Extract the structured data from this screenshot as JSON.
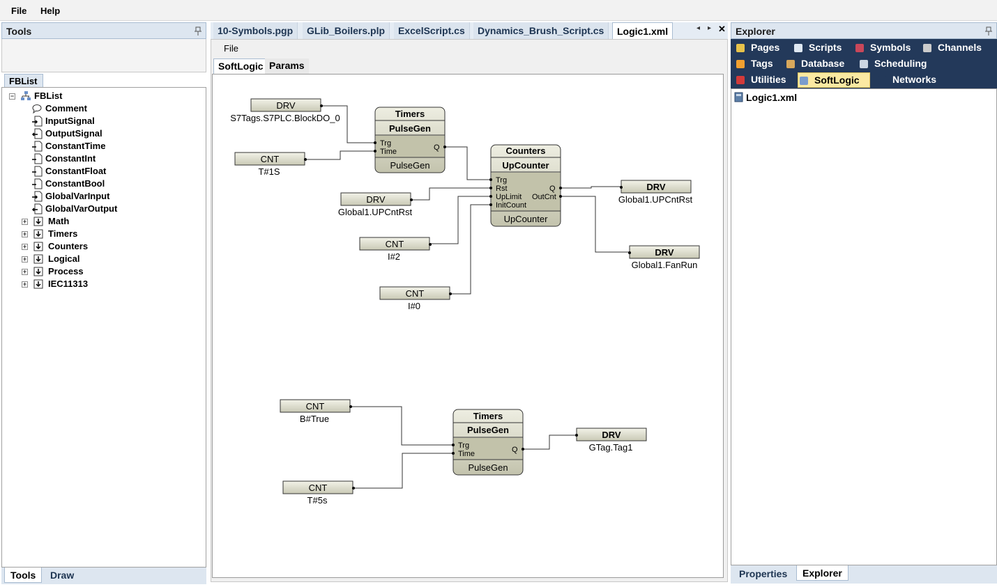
{
  "menu": {
    "file": "File",
    "help": "Help"
  },
  "tools_panel": {
    "title": "Tools",
    "tab": "FBList",
    "root": "FBList",
    "items": [
      {
        "label": "Comment",
        "icon": "comment-icon"
      },
      {
        "label": "InputSignal",
        "icon": "input-signal-icon"
      },
      {
        "label": "OutputSignal",
        "icon": "output-signal-icon"
      },
      {
        "label": "ConstantTime",
        "icon": "block-icon"
      },
      {
        "label": "ConstantInt",
        "icon": "block-icon"
      },
      {
        "label": "ConstantFloat",
        "icon": "block-icon"
      },
      {
        "label": "ConstantBool",
        "icon": "block-icon"
      },
      {
        "label": "GlobalVarInput",
        "icon": "input-signal-icon"
      },
      {
        "label": "GlobalVarOutput",
        "icon": "output-signal-icon"
      }
    ],
    "groups": [
      "Math",
      "Timers",
      "Counters",
      "Logical",
      "Process",
      "IEC11313"
    ],
    "bottom_tabs": [
      "Tools",
      "Draw"
    ]
  },
  "editor": {
    "tabs": [
      "10-Symbols.pgp",
      "GLib_Boilers.plp",
      "ExcelScript.cs",
      "Dynamics_Brush_Script.cs",
      "Logic1.xml"
    ],
    "active_tab": "Logic1.xml",
    "menu": "File",
    "sub_tabs": [
      "SoftLogic",
      "Params"
    ]
  },
  "diagram": {
    "blocks": {
      "pulsegen1": {
        "category": "Timers",
        "title": "PulseGen",
        "footer": "PulseGen",
        "inputs": [
          "Trg",
          "Time"
        ],
        "output": "Q"
      },
      "upcounter": {
        "category": "Counters",
        "title": "UpCounter",
        "footer": "UpCounter",
        "inputs": [
          "Trg",
          "Rst",
          "UpLimit",
          "InitCount"
        ],
        "outputs": [
          "Q",
          "OutCnt"
        ]
      },
      "pulsegen2": {
        "category": "Timers",
        "title": "PulseGen",
        "footer": "PulseGen",
        "inputs": [
          "Trg",
          "Time"
        ],
        "output": "Q"
      }
    },
    "signals": [
      {
        "type": "DRV",
        "value": "S7Tags.S7PLC.BlockDO_0"
      },
      {
        "type": "CNT",
        "value": "T#1S"
      },
      {
        "type": "DRV",
        "value": "Global1.UPCntRst"
      },
      {
        "type": "CNT",
        "value": "I#2"
      },
      {
        "type": "CNT",
        "value": "I#0"
      },
      {
        "type": "DRV",
        "value": "Global1.UPCntRst"
      },
      {
        "type": "DRV",
        "value": "Global1.FanRun"
      },
      {
        "type": "CNT",
        "value": "B#True"
      },
      {
        "type": "CNT",
        "value": "T#5s"
      },
      {
        "type": "DRV",
        "value": "GTag.Tag1"
      }
    ]
  },
  "explorer": {
    "title": "Explorer",
    "nav": [
      {
        "label": "Pages",
        "icon": "pages-icon"
      },
      {
        "label": "Scripts",
        "icon": "scripts-icon"
      },
      {
        "label": "Symbols",
        "icon": "symbols-icon"
      },
      {
        "label": "Channels",
        "icon": "channels-icon"
      },
      {
        "label": "Tags",
        "icon": "tags-icon"
      },
      {
        "label": "Database",
        "icon": "database-icon"
      },
      {
        "label": "Scheduling",
        "icon": "scheduling-icon"
      },
      {
        "label": "Utilities",
        "icon": "utilities-icon"
      },
      {
        "label": "SoftLogic",
        "icon": "softlogic-icon"
      },
      {
        "label": "Networks",
        "icon": "networks-icon"
      }
    ],
    "active": "SoftLogic",
    "file": "Logic1.xml",
    "bottom_tabs": [
      "Properties",
      "Explorer"
    ]
  }
}
